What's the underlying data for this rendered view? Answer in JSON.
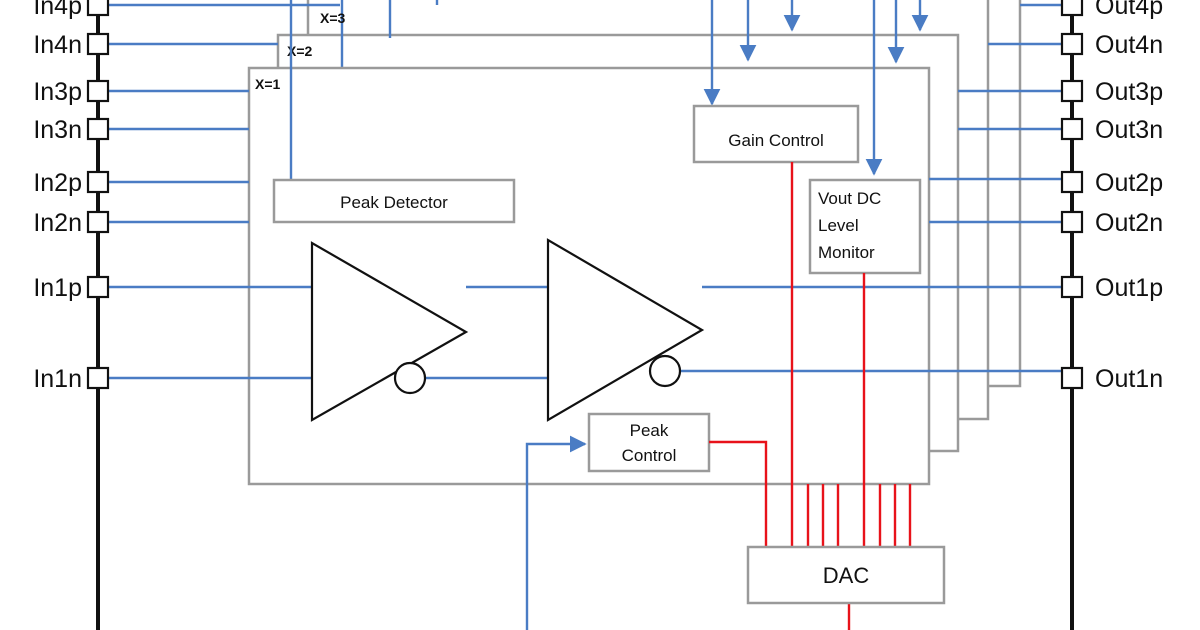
{
  "colors": {
    "signal": "#4a7cc4",
    "control": "#e8121a",
    "frame": "#9a9a9a",
    "ink": "#111111"
  },
  "inputs": [
    {
      "key": "in4p",
      "label": "In4p"
    },
    {
      "key": "in4n",
      "label": "In4n"
    },
    {
      "key": "in3p",
      "label": "In3p"
    },
    {
      "key": "in3n",
      "label": "In3n"
    },
    {
      "key": "in2p",
      "label": "In2p"
    },
    {
      "key": "in2n",
      "label": "In2n"
    },
    {
      "key": "in1p",
      "label": "In1p"
    },
    {
      "key": "in1n",
      "label": "In1n"
    }
  ],
  "outputs": [
    {
      "key": "out4p",
      "label": "Out4p"
    },
    {
      "key": "out4n",
      "label": "Out4n"
    },
    {
      "key": "out3p",
      "label": "Out3p"
    },
    {
      "key": "out3n",
      "label": "Out3n"
    },
    {
      "key": "out2p",
      "label": "Out2p"
    },
    {
      "key": "out2n",
      "label": "Out2n"
    },
    {
      "key": "out1p",
      "label": "Out1p"
    },
    {
      "key": "out1n",
      "label": "Out1n"
    }
  ],
  "layers": [
    "X=1",
    "X=2",
    "X=3"
  ],
  "blocks": {
    "peak_detector": "Peak Detector",
    "gain_control": "Gain Control",
    "vout_monitor": [
      "Vout DC",
      "Level",
      "Monitor"
    ],
    "peak_control": [
      "Peak",
      "Control"
    ],
    "dac": "DAC"
  }
}
